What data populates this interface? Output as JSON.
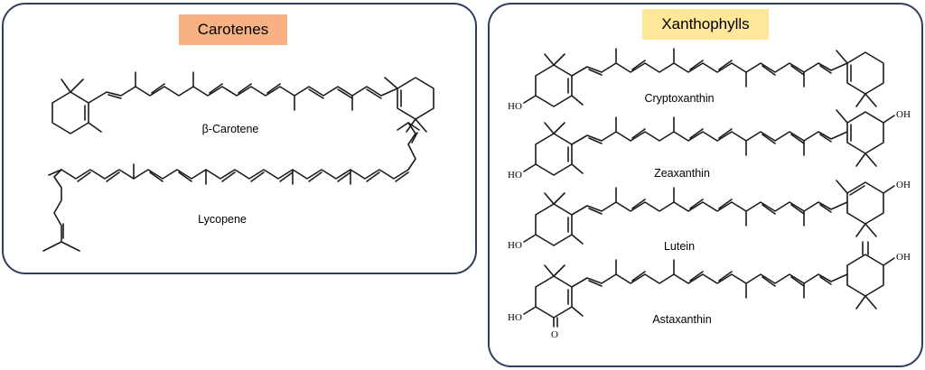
{
  "carotenes": {
    "label": "Carotenes",
    "label_color": "#f7b183",
    "compounds": [
      "β-Carotene",
      "Lycopene"
    ]
  },
  "xanthophylls": {
    "label": "Xanthophylls",
    "label_color": "#ffe799",
    "compounds": [
      "Cryptoxanthin",
      "Zeaxanthin",
      "Lutein",
      "Astaxanthin"
    ]
  },
  "atoms": {
    "hydroxyl": "HO",
    "hydroxyl_right": "OH",
    "oxygen": "O"
  },
  "colors": {
    "panel_border": "#2f3e5c",
    "bond": "#1a1a1a"
  }
}
